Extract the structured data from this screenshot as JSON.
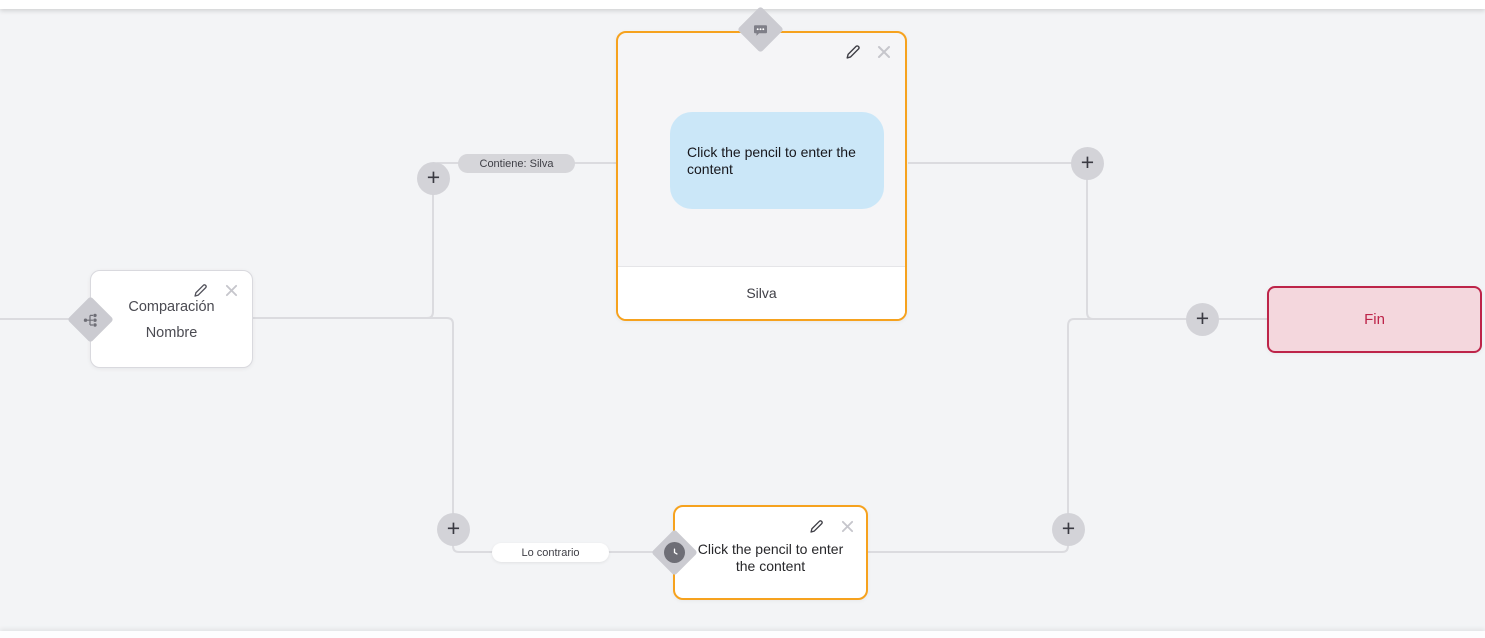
{
  "ui": {
    "add_label": "+"
  },
  "colors": {
    "canvas": "#F3F4F6",
    "edge": "#DBDBDF",
    "accent_orange": "#F6A21E",
    "bubble_blue": "#CBE7F8",
    "end_border": "#BD2449",
    "end_background": "#F4D7DD"
  },
  "nodes": {
    "comparison": {
      "title_lines": [
        "Comparación",
        "Nombre"
      ]
    },
    "message": {
      "bubble_text": "Click the pencil to enter the content",
      "footer_label": "Silva"
    },
    "fallback": {
      "text": "Click the pencil to enter the content"
    },
    "end": {
      "label": "Fin"
    }
  },
  "edge_labels": {
    "condition": "Contiene: Silva",
    "otherwise": "Lo contrario"
  }
}
